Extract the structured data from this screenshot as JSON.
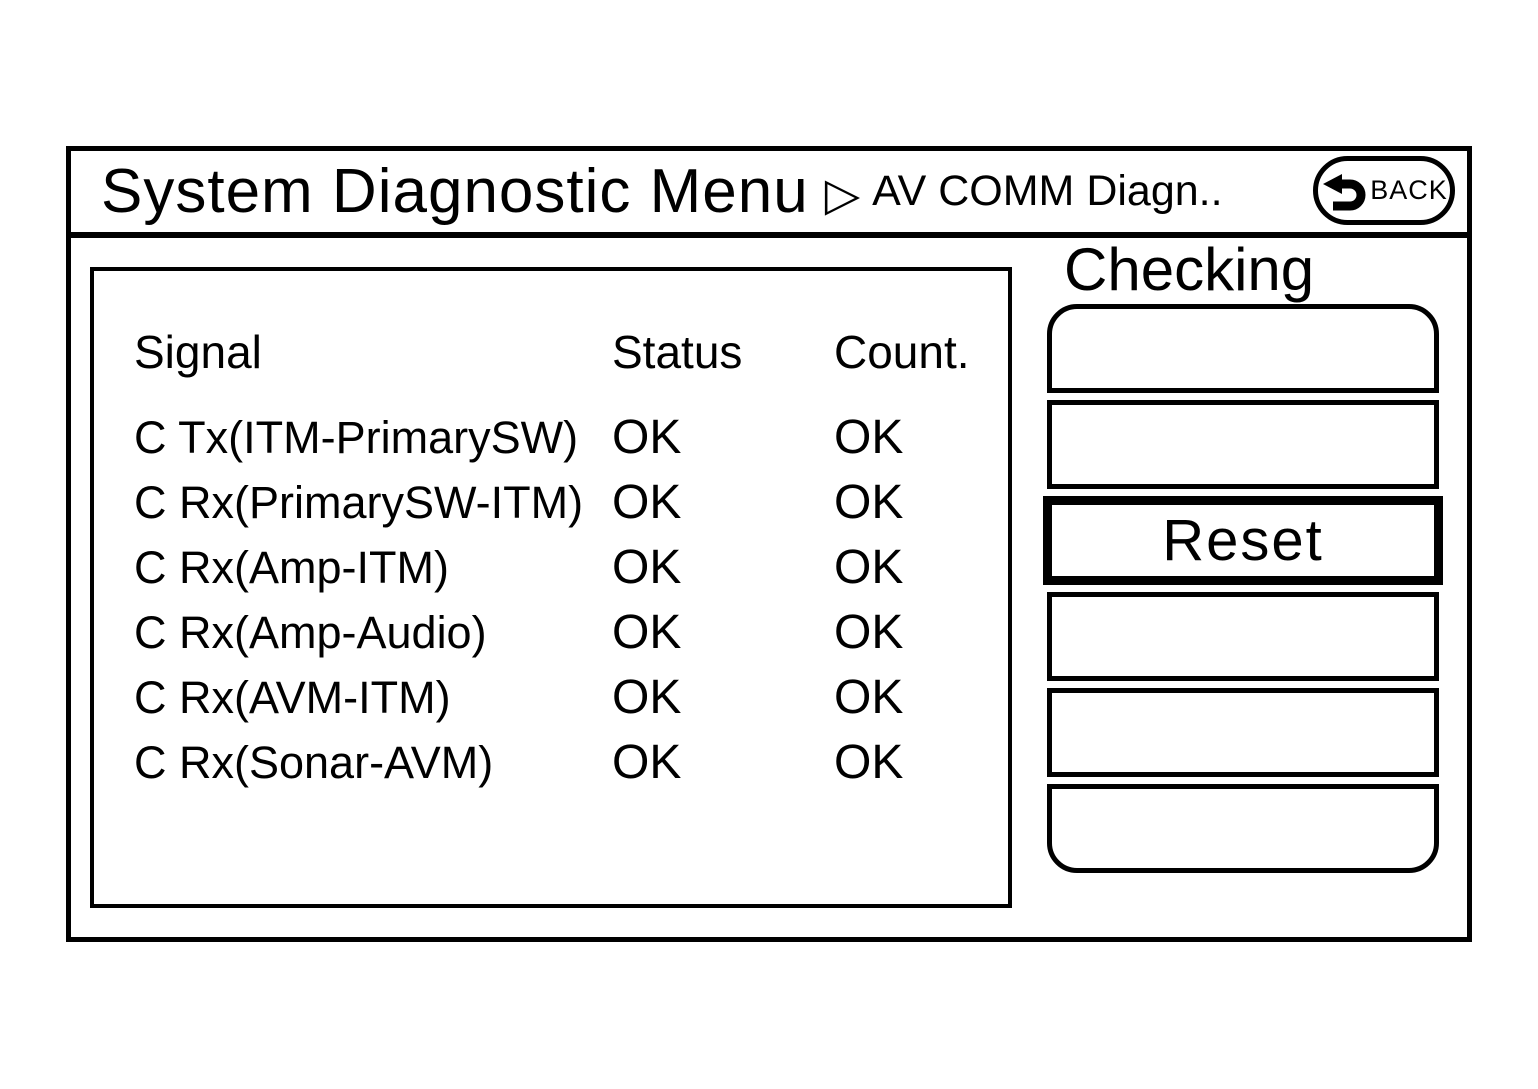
{
  "window": {
    "title": "System Diagnostic Menu",
    "breadcrumb_separator": "▷",
    "breadcrumb": "AV COMM Diagn..",
    "back_button": "BACK"
  },
  "status": {
    "label": "Checking"
  },
  "signal_table": {
    "columns": {
      "signal": "Signal",
      "status": "Status",
      "count": "Count."
    },
    "rows": [
      {
        "signal": "C Tx(ITM-PrimarySW)",
        "status": "OK",
        "count": "OK"
      },
      {
        "signal": "C Rx(PrimarySW-ITM)",
        "status": "OK",
        "count": "OK"
      },
      {
        "signal": "C Rx(Amp-ITM)",
        "status": "OK",
        "count": "OK"
      },
      {
        "signal": "C Rx(Amp-Audio)",
        "status": "OK",
        "count": "OK"
      },
      {
        "signal": "C Rx(AVM-ITM)",
        "status": "OK",
        "count": "OK"
      },
      {
        "signal": "C Rx(Sonar-AVM)",
        "status": "OK",
        "count": "OK"
      }
    ]
  },
  "menu_buttons": [
    {
      "label": ""
    },
    {
      "label": ""
    },
    {
      "label": "Reset",
      "selected": true
    },
    {
      "label": ""
    },
    {
      "label": ""
    },
    {
      "label": ""
    }
  ],
  "colors": {
    "foreground": "#000000",
    "background": "#ffffff"
  }
}
